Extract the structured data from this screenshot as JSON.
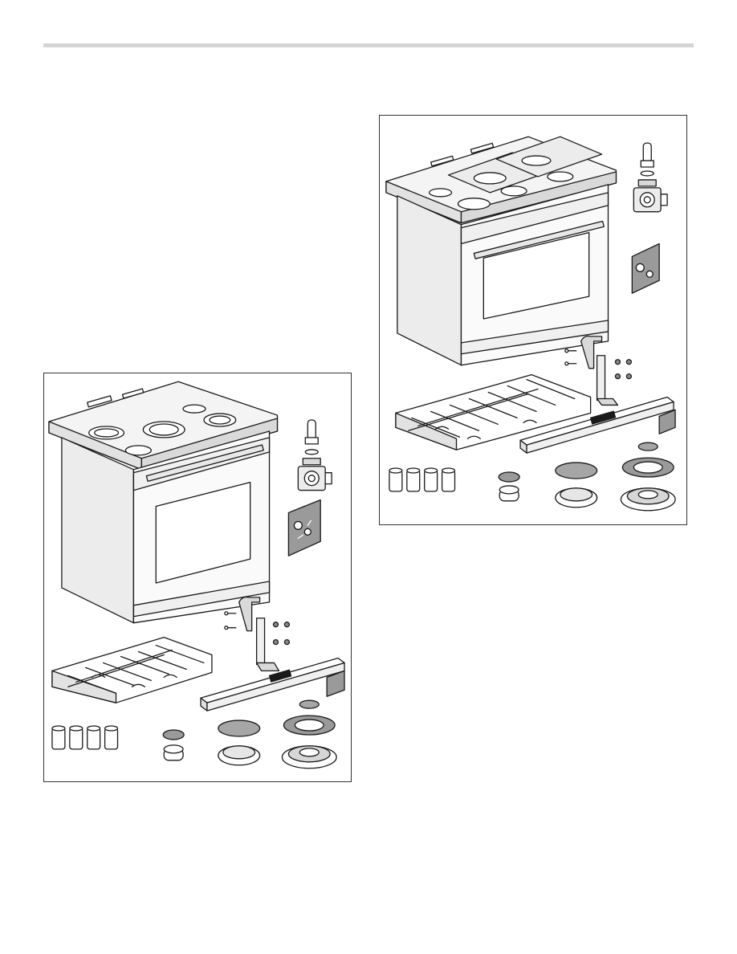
{
  "page": {
    "rule_color": "#d4d4d4",
    "line_color": "#1a1a1a",
    "fill_light": "#f2f2f2",
    "fill_mid": "#d9d9d9",
    "fill_dark": "#8a8a8a"
  },
  "figures": [
    {
      "id": "figure-30-inch-range",
      "cooktop_burners": 4
    },
    {
      "id": "figure-36-inch-range",
      "cooktop_burners": 5
    }
  ]
}
